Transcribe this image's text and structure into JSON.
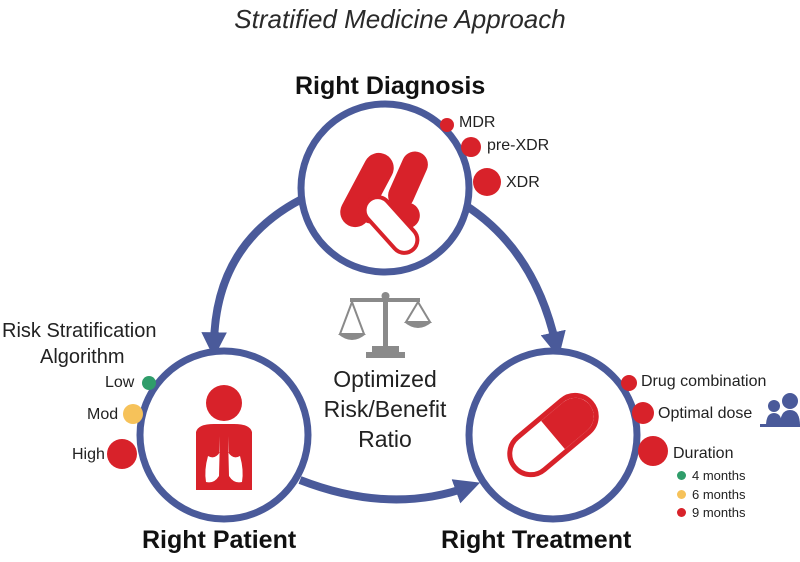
{
  "title": "Stratified Medicine Approach",
  "colors": {
    "ring": "#4a5a9a",
    "red": "#d8222a",
    "green": "#2f9d6a",
    "yellow": "#f6c25a",
    "gray": "#8a8a8a"
  },
  "nodes": {
    "diagnosis": {
      "label": "Right Diagnosis",
      "icon": "bacteria-icon"
    },
    "patient": {
      "label": "Right Patient",
      "icon": "patient-lungs-icon"
    },
    "treatment": {
      "label": "Right Treatment",
      "icon": "pill-capsule-icon"
    }
  },
  "diagnosis_items": [
    "MDR",
    "pre-XDR",
    "XDR"
  ],
  "risk": {
    "heading_line1": "Risk Stratification",
    "heading_line2": "Algorithm",
    "levels": [
      "Low",
      "Mod",
      "High"
    ]
  },
  "center": {
    "icon": "balance-scale-icon",
    "line1": "Optimized",
    "line2": "Risk/Benefit",
    "line3": "Ratio"
  },
  "treatment_items": [
    "Drug combination",
    "Optimal dose",
    "Duration"
  ],
  "duration_options": [
    "4 months",
    "6 months",
    "9 months"
  ],
  "consult_icon": "people-consult-icon"
}
